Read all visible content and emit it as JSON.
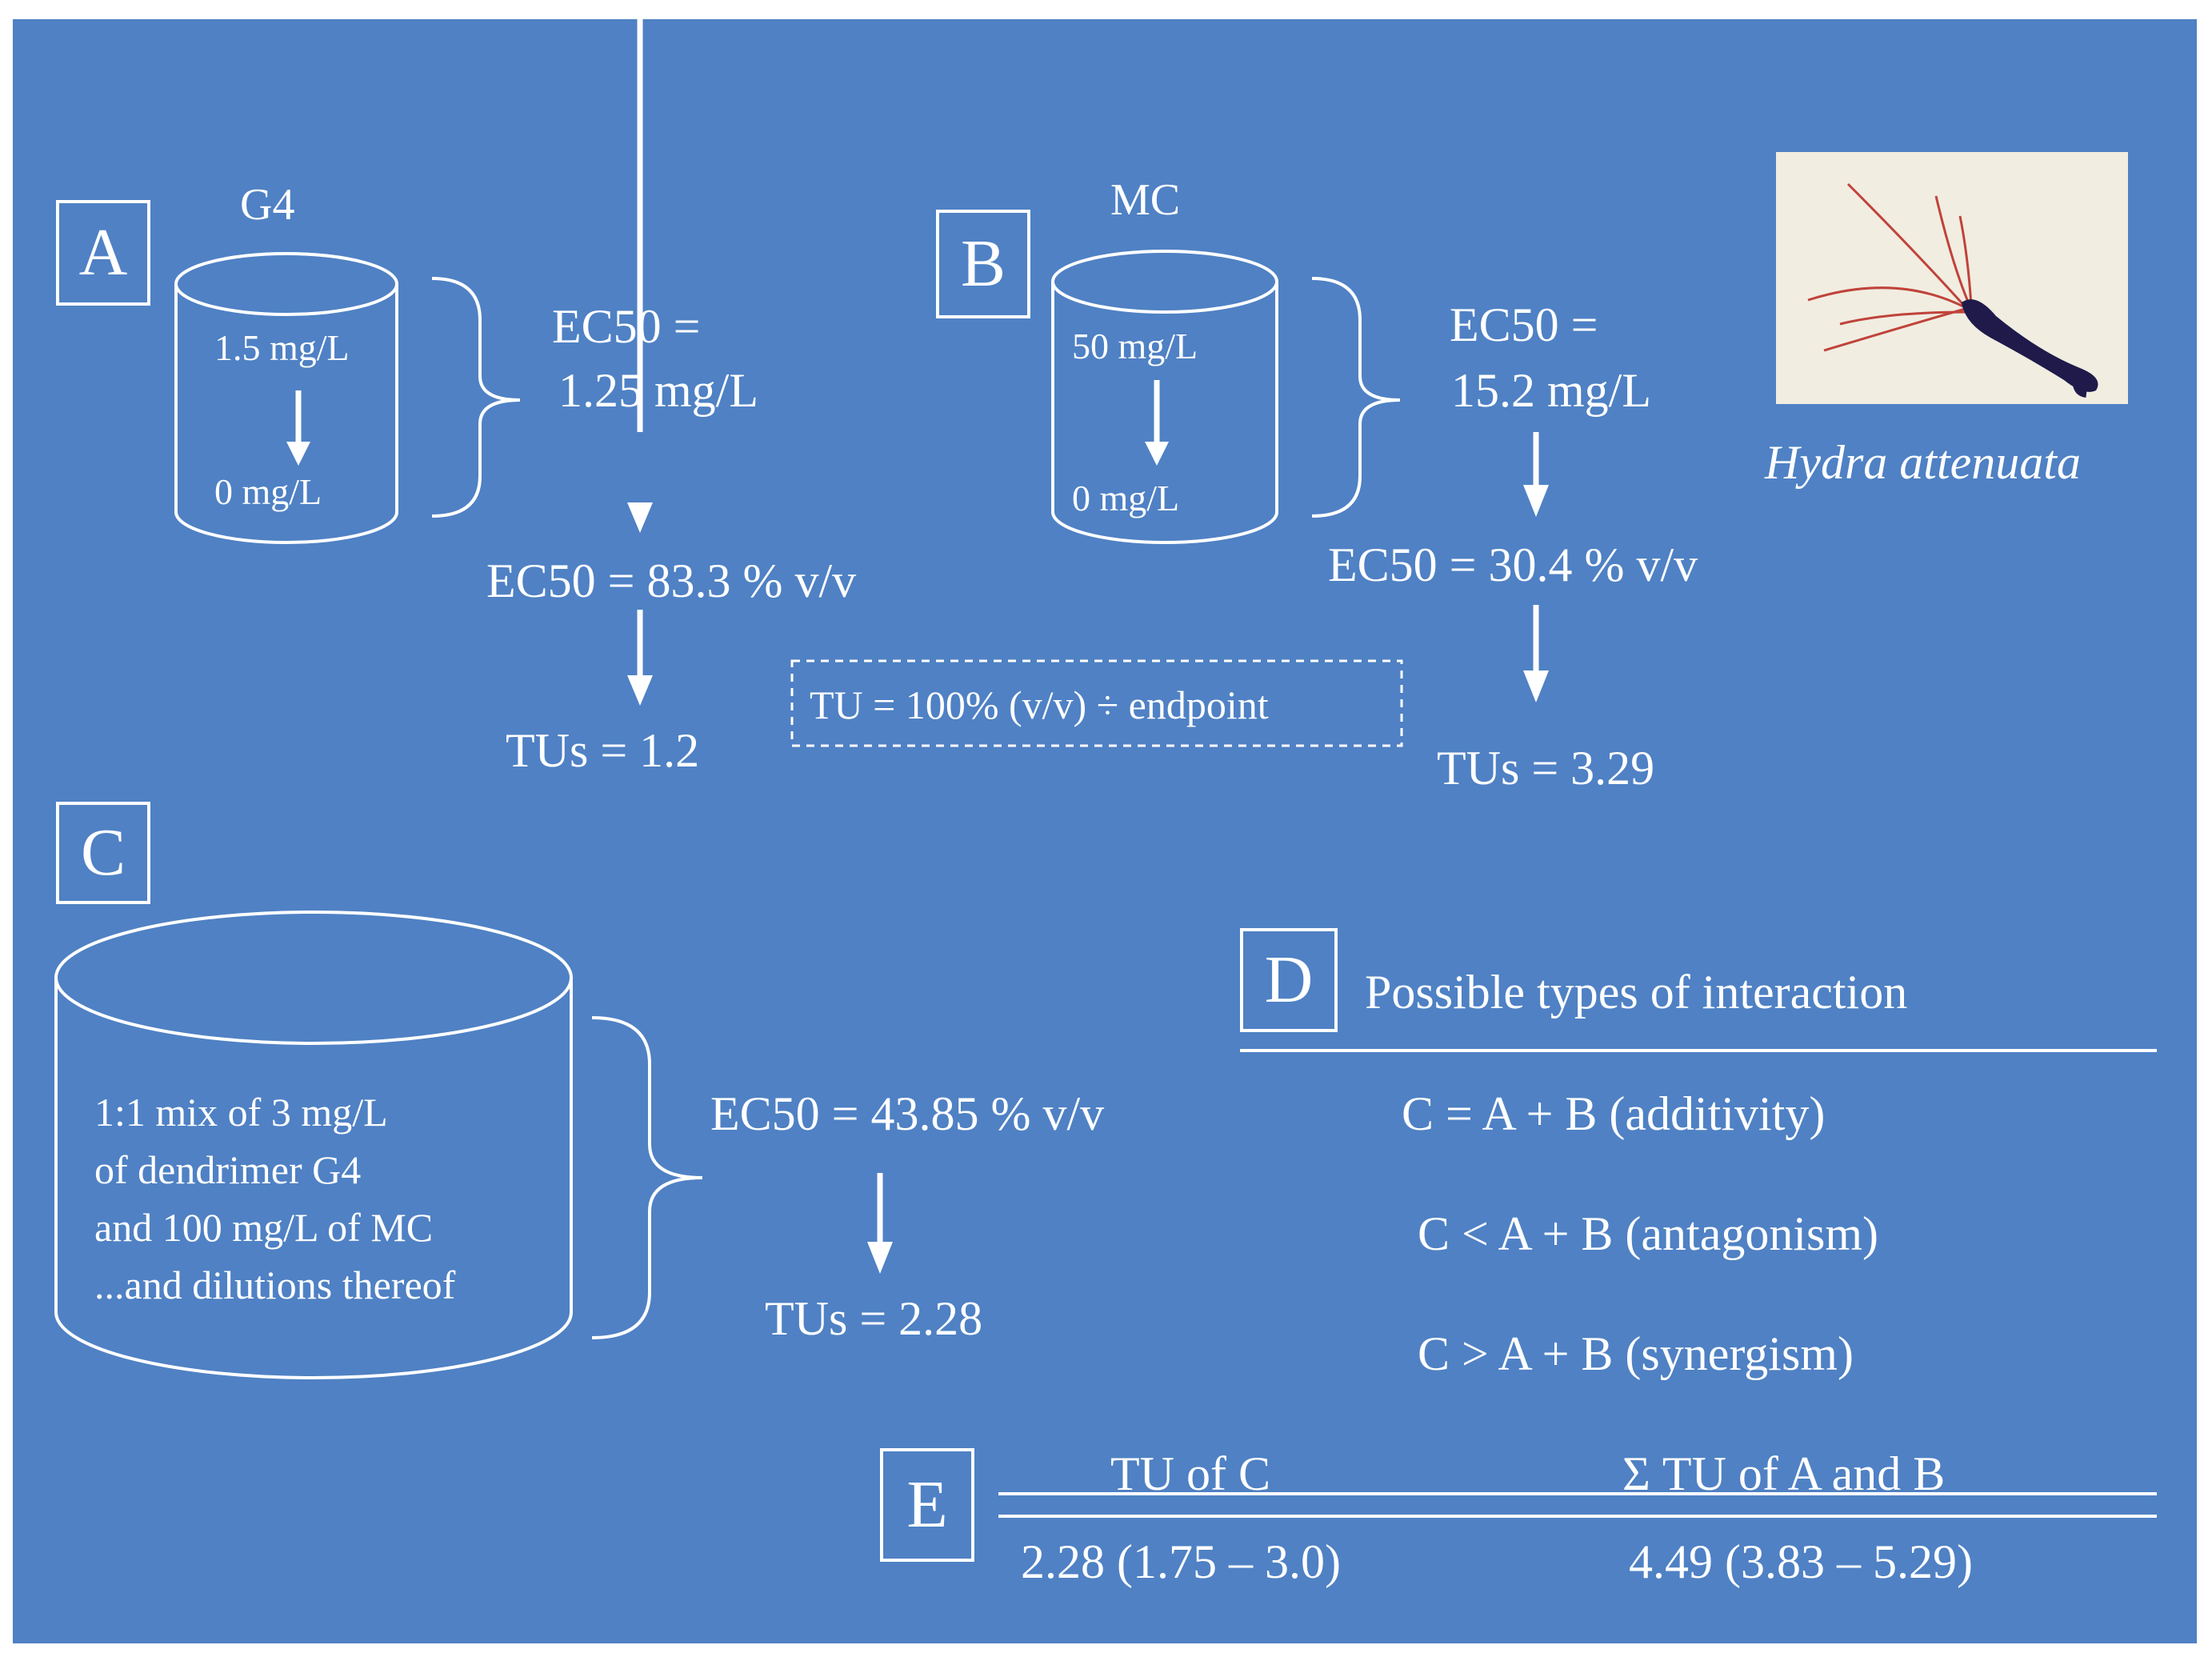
{
  "colors": {
    "background": "#4f81c4",
    "foreground": "#ffffff",
    "photo_bg": "#f1ede1",
    "hydra_body": "#1f1a4a",
    "hydra_tentacle": "#c0433a"
  },
  "panel_a": {
    "label": "A",
    "compound": "G4",
    "conc_high": "1.5 mg/L",
    "conc_low": "0 mg/L",
    "ec50_line1": "EC50 =",
    "ec50_line2": "1.25 mg/L",
    "ec50_vv": "EC50 = 83.3 % v/v",
    "tus": "TUs = 1.2"
  },
  "panel_b": {
    "label": "B",
    "compound": "MC",
    "conc_high": "50 mg/L",
    "conc_low": "0 mg/L",
    "ec50_line1": "EC50 =",
    "ec50_line2": "15.2 mg/L",
    "ec50_vv": "EC50 = 30.4 % v/v",
    "tus": "TUs = 3.29"
  },
  "formula": "TU = 100% (v/v) ÷ endpoint",
  "organism": {
    "name": "Hydra attenuata"
  },
  "panel_c": {
    "label": "C",
    "mix_lines": [
      "1:1 mix of 3 mg/L",
      "of dendrimer G4",
      "and 100 mg/L of MC",
      "...and dilutions thereof"
    ],
    "ec50_vv": "EC50 = 43.85 % v/v",
    "tus": "TUs = 2.28"
  },
  "panel_d": {
    "label": "D",
    "title": "Possible types of interaction",
    "items": [
      "C = A + B (additivity)",
      "C < A + B (antagonism)",
      "C > A + B (synergism)"
    ]
  },
  "panel_e": {
    "label": "E",
    "columns": [
      "TU of C",
      "Σ TU of A and B"
    ],
    "values": [
      "2.28 (1.75 – 3.0)",
      "4.49 (3.83 – 5.29)"
    ]
  }
}
